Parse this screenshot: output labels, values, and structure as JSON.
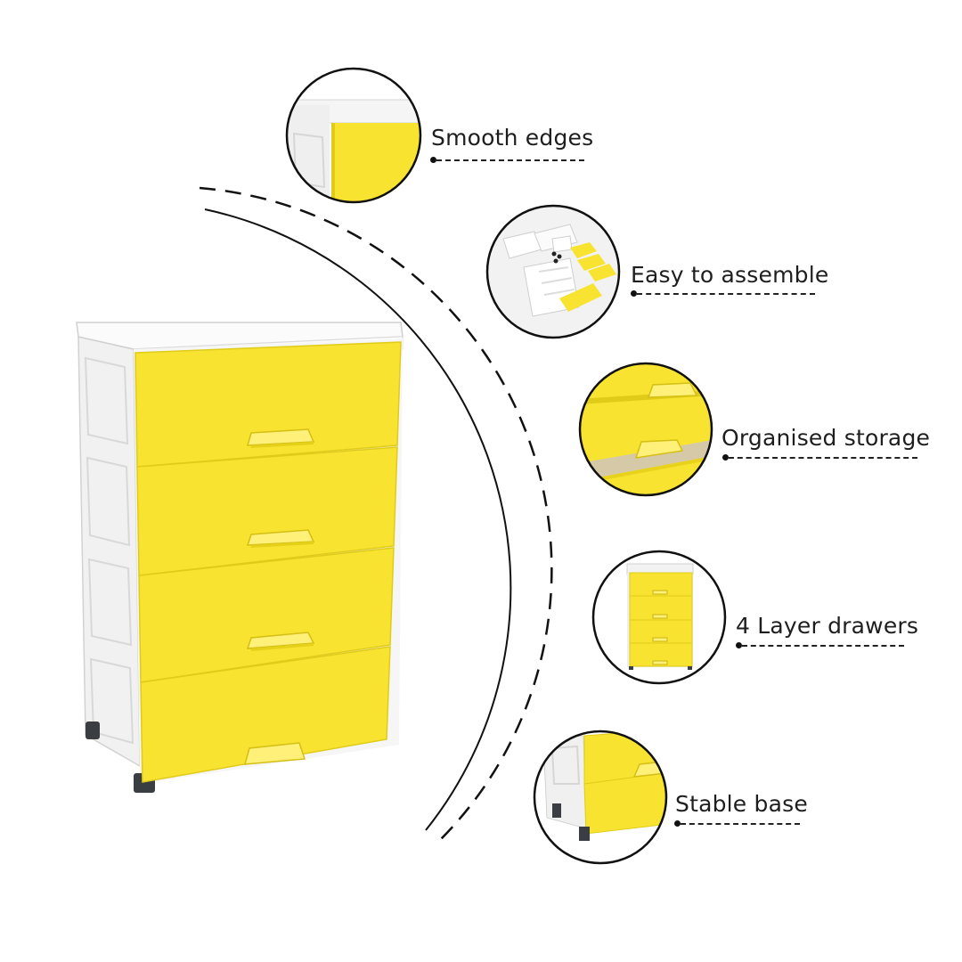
{
  "colors": {
    "drawer_yellow": "#f7e330",
    "drawer_yellow_shade": "#e8d21c",
    "body_white": "#f3f3f3",
    "frame_grey": "#d9d9d9",
    "wheel_dark": "#3a3d42",
    "line_dark": "#111111"
  },
  "product": {
    "drawer_count": 4
  },
  "features": [
    {
      "label": "Smooth edges",
      "icon": "corner-detail-icon"
    },
    {
      "label": "Easy to assemble",
      "icon": "parts-kit-icon"
    },
    {
      "label": "Organised storage",
      "icon": "drawer-handle-icon"
    },
    {
      "label": "4 Layer drawers",
      "icon": "cabinet-mini-icon"
    },
    {
      "label": "Stable base",
      "icon": "wheel-base-icon"
    }
  ]
}
